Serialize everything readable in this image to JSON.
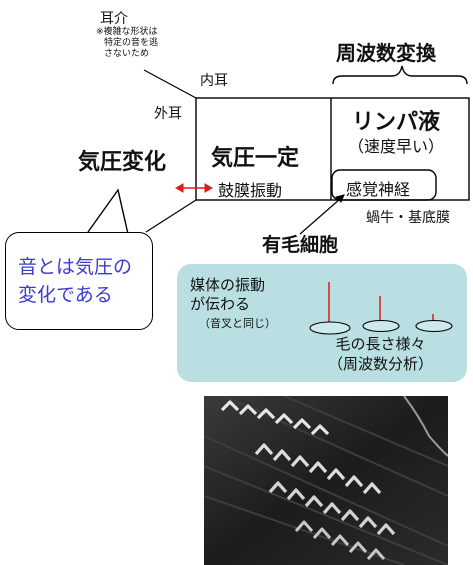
{
  "labels": {
    "ear_pinna": "耳介",
    "ear_pinna_note_lines": [
      "※複雑な形状は",
      "特定の音を逃",
      "さないため"
    ],
    "freq_conversion": "周波数変換",
    "inner_ear": "内耳",
    "outer_ear": "外耳",
    "pressure_change": "気圧変化",
    "pressure_constant": "気圧一定",
    "eardrum_vibration": "鼓膜振動",
    "lymph": "リンパ液",
    "lymph_sub": "（速度早い）",
    "sensory_nerve": "感覚神経",
    "cochlea_basilar": "蝸牛・基底膜",
    "hair_cells": "有毛細胞"
  },
  "bubble": {
    "lines": [
      "音とは気圧の",
      "変化である"
    ]
  },
  "panel": {
    "medium_lines": [
      "媒体の振動",
      "が伝わる"
    ],
    "medium_note": "（音叉と同じ）",
    "hair_length_lines": [
      "毛の長さ様々",
      "（周波数分析）"
    ]
  },
  "colors": {
    "arrow_red": "#e01b1b",
    "bubble_text": "#3b3bd0",
    "panel_bg": "#b9dfe2"
  }
}
